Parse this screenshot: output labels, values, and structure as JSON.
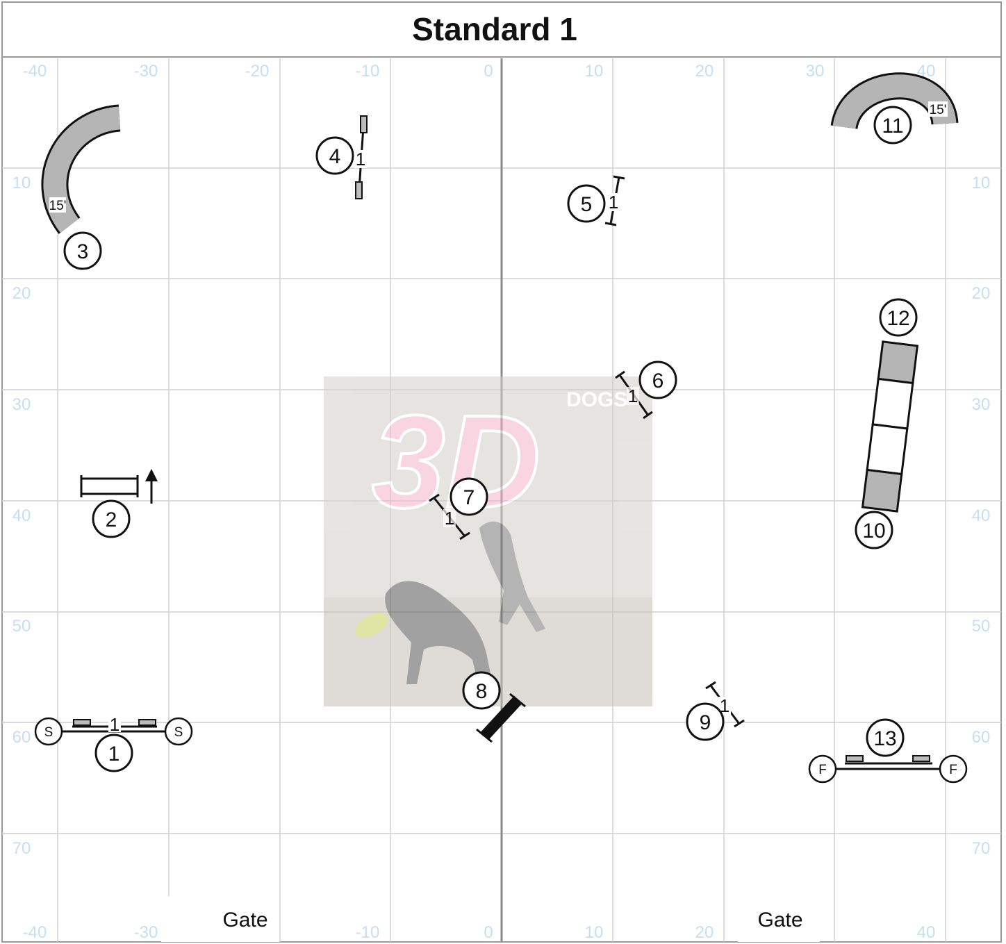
{
  "title": "Standard 1",
  "grid": {
    "top_labels": [
      "-40",
      "-30",
      "-20",
      "-10",
      "0",
      "10",
      "20",
      "30",
      "40"
    ],
    "bottom_labels": [
      "-40",
      "-30",
      "-10",
      "0",
      "10",
      "20",
      "40"
    ],
    "left_labels": [
      "10",
      "20",
      "30",
      "40",
      "50",
      "60",
      "70"
    ],
    "right_labels": [
      "10",
      "20",
      "30",
      "40",
      "50",
      "60",
      "70"
    ],
    "label_color": "#c4dff3",
    "line_color": "#d0d0d0",
    "center_line_color": "#8a8a8a"
  },
  "gates": [
    "Gate",
    "Gate"
  ],
  "watermark": {
    "brand": "3D",
    "word": "DOGS"
  },
  "obstacles": [
    {
      "number": "1",
      "type": "start-jump",
      "bar_label": "1",
      "left_marker": "S",
      "right_marker": "S"
    },
    {
      "number": "2",
      "type": "tire-jump"
    },
    {
      "number": "3",
      "type": "tunnel",
      "length_label": "15'"
    },
    {
      "number": "4",
      "type": "jump",
      "bar_label": "1"
    },
    {
      "number": "5",
      "type": "jump",
      "bar_label": "1"
    },
    {
      "number": "6",
      "type": "jump",
      "bar_label": "1"
    },
    {
      "number": "7",
      "type": "jump",
      "bar_label": "1"
    },
    {
      "number": "8",
      "type": "tire"
    },
    {
      "number": "9",
      "type": "jump",
      "bar_label": "1"
    },
    {
      "number": "10",
      "type": "dog-walk-end"
    },
    {
      "number": "11",
      "type": "tunnel",
      "length_label": "15'"
    },
    {
      "number": "12",
      "type": "dog-walk-start"
    },
    {
      "number": "13",
      "type": "finish-jump",
      "left_marker": "F",
      "right_marker": "F"
    }
  ]
}
